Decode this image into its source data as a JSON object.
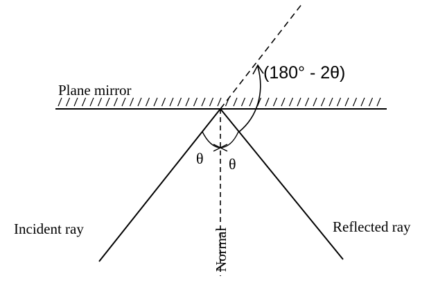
{
  "diagram": {
    "labels": {
      "mirror": "Plane mirror",
      "incident": "Incident ray",
      "reflected": "Reflected ray",
      "normal": "Normal",
      "theta_left": "θ",
      "theta_right": "θ",
      "deviation": "(180° - 2θ)"
    },
    "colors": {
      "ink": "#000000",
      "background": "#ffffff"
    }
  }
}
